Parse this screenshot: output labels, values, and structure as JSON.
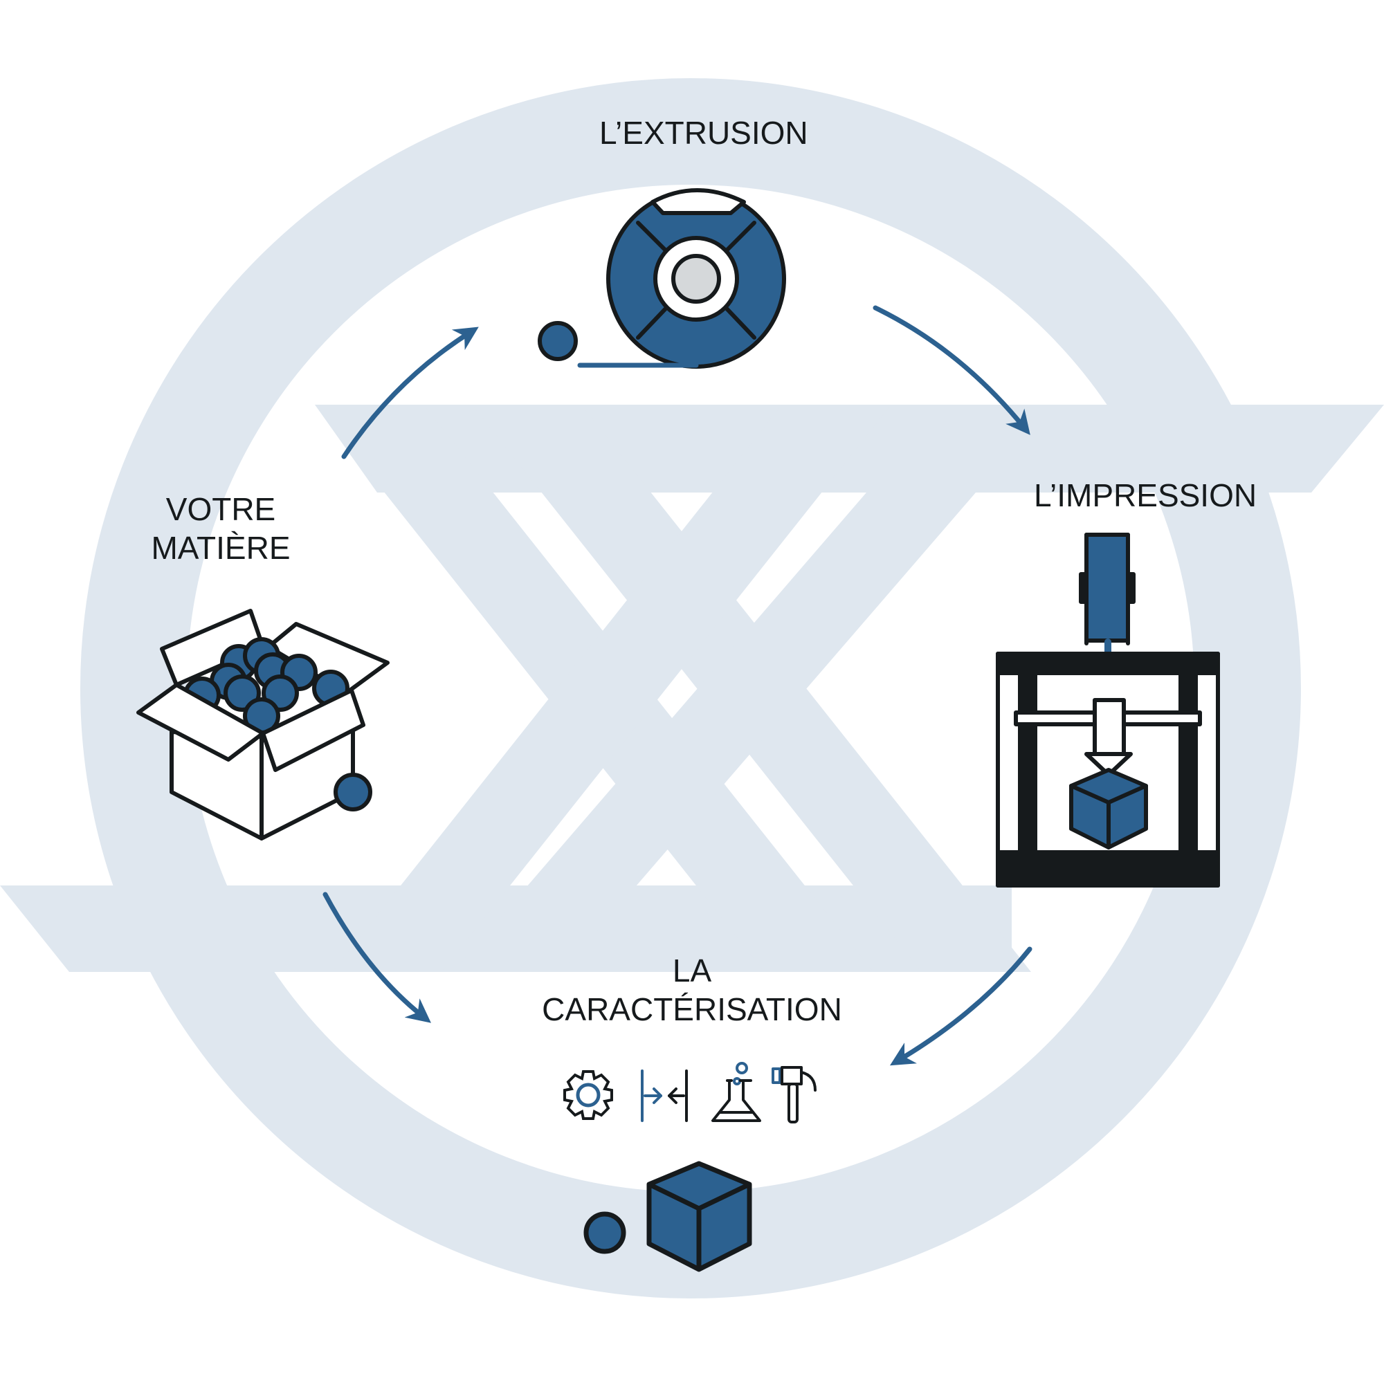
{
  "steps": {
    "extrusion": {
      "title": "L’EXTRUSION",
      "icon": "filament-spool-icon"
    },
    "impression": {
      "title": "L’IMPRESSION",
      "icon": "3d-printer-icon"
    },
    "matiere": {
      "line1": "VOTRE",
      "line2": "MATIÈRE",
      "icon": "box-of-pellets-icon"
    },
    "caracterisation": {
      "line1": "LA",
      "line2": "CARACTÉRISATION",
      "icons": [
        "gear-icon",
        "measurement-icon",
        "flask-icon",
        "hammer-icon"
      ],
      "result_icon": "printed-cube-icon"
    }
  },
  "colors": {
    "accent": "#2c6190",
    "background_logo": "#dfe7ef",
    "outline": "#161a1c",
    "spool_core": "#d5d8da"
  }
}
